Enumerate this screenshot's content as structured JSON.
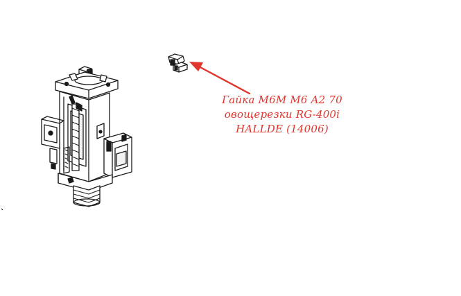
{
  "caption": {
    "line1": "Гайка M6M M6 A2 70",
    "line2": "овощерезки RG-400i",
    "line3": "HALLDE (14006)"
  },
  "colors": {
    "annotation": "#e0342c",
    "line_art": "#1a1a1a",
    "background": "#ffffff"
  },
  "icons": {
    "part": "hex-nut-icon",
    "assembly": "vegetable-cutter-assembly-icon",
    "pointer": "arrow-icon"
  }
}
